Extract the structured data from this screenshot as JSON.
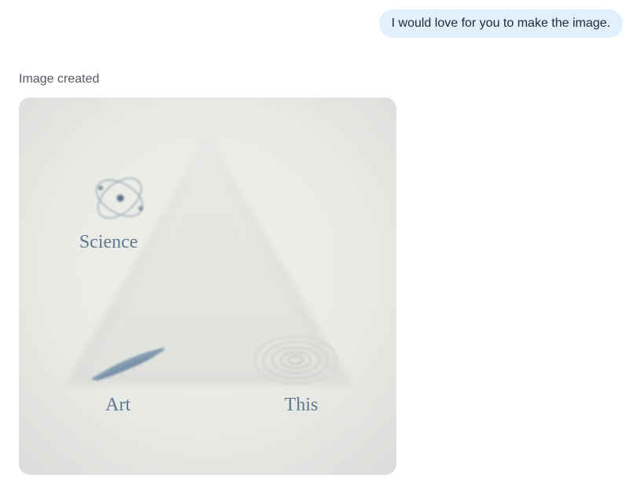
{
  "conversation": {
    "user_message": "I would love for you to make the image.",
    "image_status": "Image created"
  },
  "image": {
    "labels": {
      "science": "Science",
      "art": "Art",
      "this": "This"
    },
    "icons": {
      "science": "atom-icon",
      "art": "brush-stroke-icon",
      "this": "ripple-rings-icon"
    },
    "colors": {
      "background": "#e7e8e4",
      "triangle": "#e2e4e0",
      "label_text": "#5f7a90",
      "bubble": "#e2effc"
    }
  }
}
